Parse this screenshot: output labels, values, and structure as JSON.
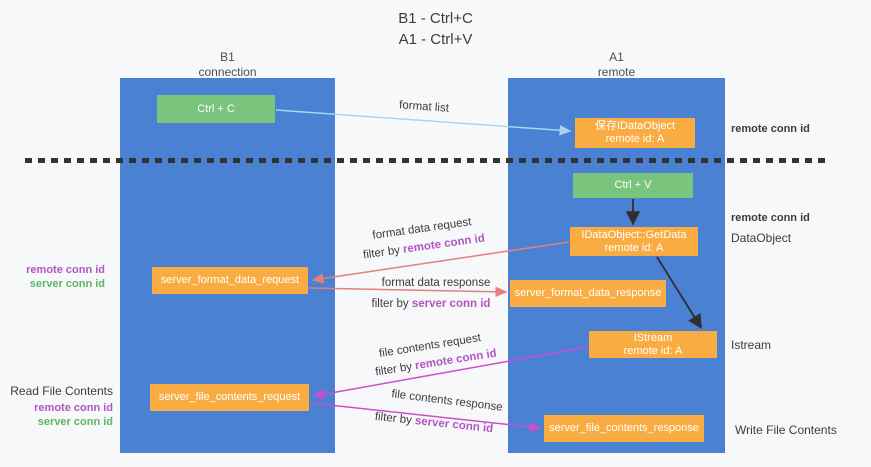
{
  "title": {
    "line1": "B1 - Ctrl+C",
    "line2": "A1 - Ctrl+V"
  },
  "lanes": {
    "left": {
      "title": "B1",
      "subtitle": "connection"
    },
    "right": {
      "title": "A1",
      "subtitle": "remote"
    }
  },
  "nodes": {
    "ctrl_c": {
      "label": "Ctrl + C"
    },
    "ctrl_v": {
      "label": "Ctrl + V"
    },
    "save_dataobject": {
      "line1": "保存IDataObject",
      "line2": "remote id: A"
    },
    "getdata": {
      "line1": "IDataObject::GetData",
      "line2": "remote id: A"
    },
    "istream": {
      "line1": "IStream",
      "line2": "remote id: A"
    },
    "format_request": {
      "label": "server_format_data_request"
    },
    "format_response": {
      "label": "server_format_data_response"
    },
    "file_request": {
      "label": "server_file_contents_request"
    },
    "file_response": {
      "label": "server_file_contents_response"
    }
  },
  "flows": {
    "format_list": {
      "label": "format list"
    },
    "format_data_request": {
      "label": "format data request",
      "filter_prefix": "filter by ",
      "filter_key": "remote conn id"
    },
    "format_data_response": {
      "label": "format data response",
      "filter_prefix": "filter by ",
      "filter_key": "server conn id"
    },
    "file_contents_request": {
      "label": "file contents request",
      "filter_prefix": "filter by ",
      "filter_key": "remote conn id"
    },
    "file_contents_response": {
      "label": "file contents response",
      "filter_prefix": "filter by ",
      "filter_key": "server conn id"
    }
  },
  "annotations": {
    "right_top_remote_conn_id": "remote conn id",
    "right_mid_remote_conn_id": "remote conn id",
    "right_dataobject": "DataObject",
    "right_istream": "Istream",
    "right_write_file_contents": "Write File Contents",
    "left_mid_remote_conn_id": "remote conn id",
    "left_mid_server_conn_id": "server conn id",
    "left_read_file_contents": "Read File Contents",
    "left_bottom_remote_conn_id": "remote conn id",
    "left_bottom_server_conn_id": "server conn id"
  },
  "colors": {
    "background": "#f7f8f9",
    "column_blue": "#4a81d3",
    "green_box": "#79c57e",
    "orange_box": "#f9ac42",
    "box_text": "#ffffff",
    "title_text": "#3d3d3d",
    "header_text": "#4f4f4f",
    "label_text": "#3c3c3c",
    "magenta_text": "#b257c2",
    "green_text": "#5cb763",
    "arrow_blue": "#a9d4f1",
    "arrow_salmon": "#e4807e",
    "arrow_magenta": "#ca4fca",
    "arrow_black": "#2f2f2f",
    "dashed_line": "#333333"
  }
}
